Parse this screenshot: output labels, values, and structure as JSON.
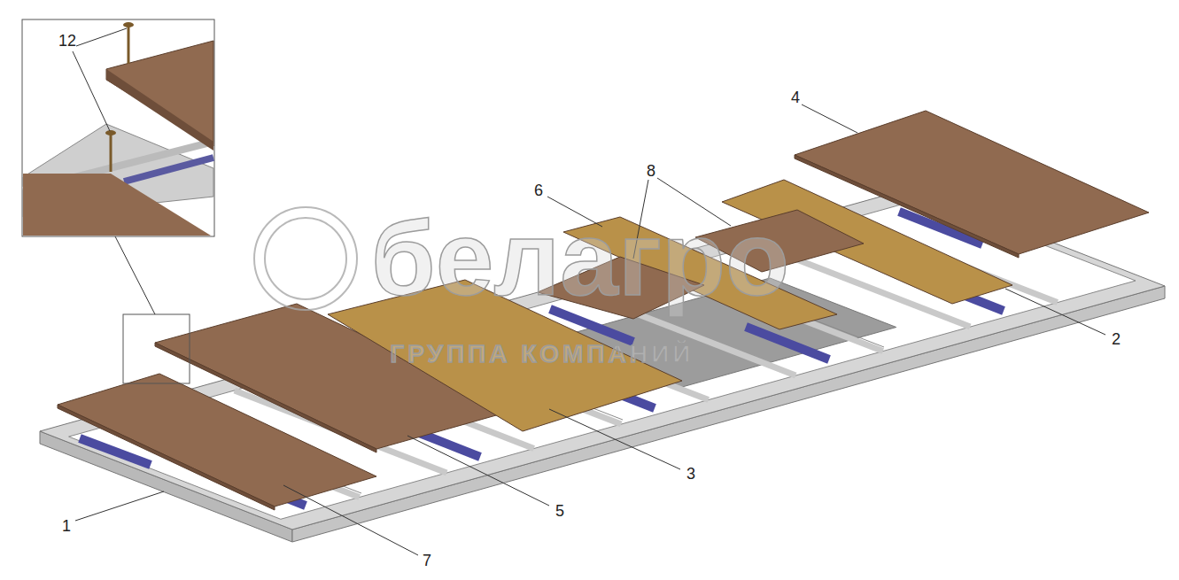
{
  "diagram": {
    "labels": [
      "12",
      "4",
      "6",
      "8",
      "2",
      "3",
      "5",
      "1",
      "7",
      "белагро",
      "ГРУППА КОМПАНИЙ"
    ]
  }
}
